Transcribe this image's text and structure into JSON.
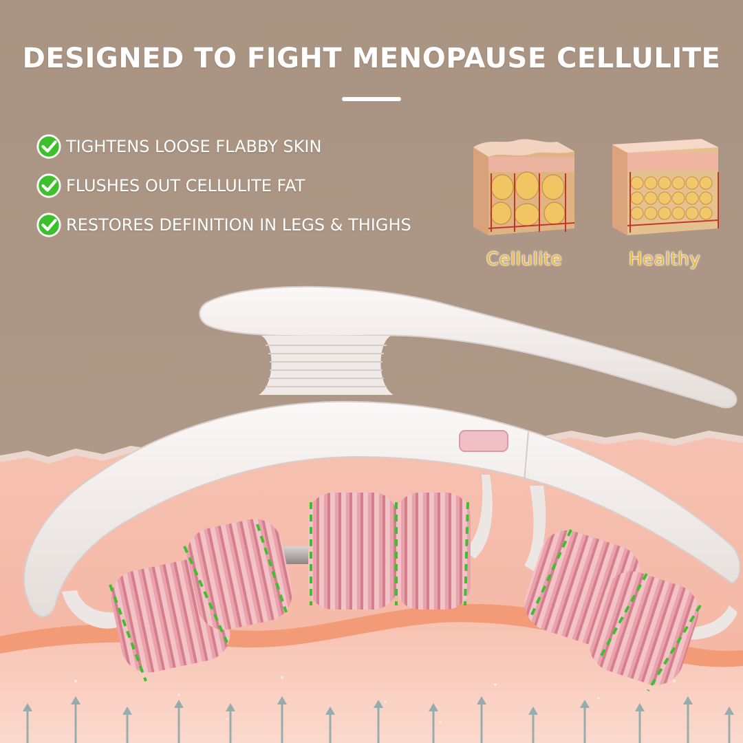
{
  "title": "DESIGNED TO FIGHT  MENOPAUSE CELLULITE",
  "benefits": [
    {
      "icon": "check-circle-icon",
      "text": "TIGHTENS LOOSE FLABBY SKIN"
    },
    {
      "icon": "check-circle-icon",
      "text": "FLUSHES OUT CELLULITE FAT"
    },
    {
      "icon": "check-circle-icon",
      "text": "RESTORES DEFINITION IN LEGS & THIGHS"
    }
  ],
  "skin_comparison": [
    {
      "label": "Cellulite"
    },
    {
      "label": "Healthy"
    }
  ],
  "colors": {
    "background": "#ab9585",
    "text": "#ffffff",
    "check_green": "#3ebf2c",
    "label_gold": "#e8b548",
    "skin_pink": "#f1b2a0",
    "roller_pink": "#e5a3ad",
    "device_white": "#f4f0ef"
  }
}
